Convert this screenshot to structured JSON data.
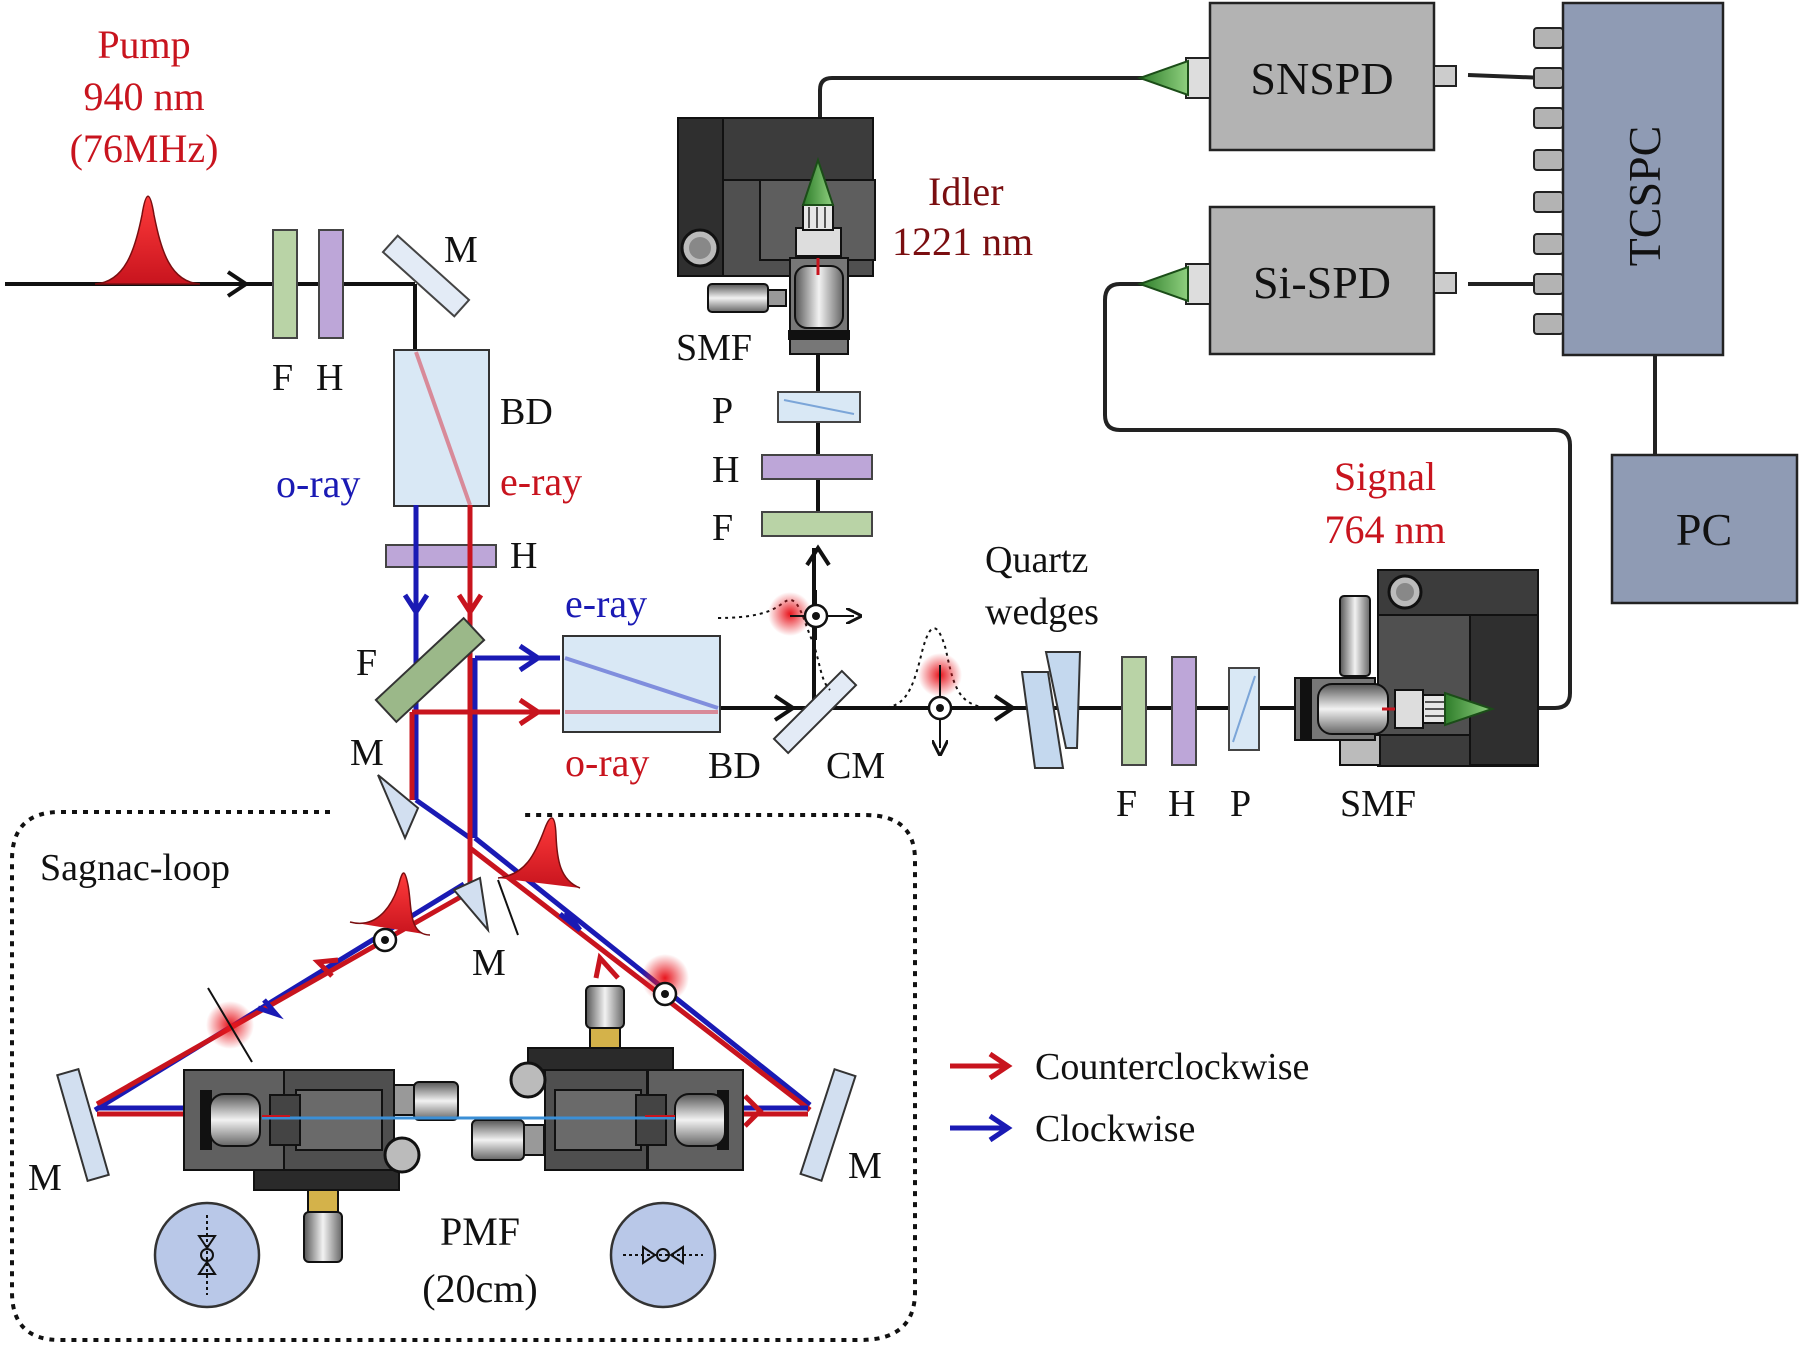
{
  "labels": {
    "pump_title": "Pump",
    "pump_wavelength": "940 nm",
    "pump_rate": "(76MHz)",
    "idler_title": "Idler",
    "idler_wavelength": "1221 nm",
    "signal_title": "Signal",
    "signal_wavelength": "764 nm",
    "filter": "F",
    "half_wave_plate": "H",
    "polarizer": "P",
    "mirror": "M",
    "beam_displacer": "BD",
    "o_ray": "o-ray",
    "e_ray": "e-ray",
    "smf": "SMF",
    "cm": "CM",
    "quartz_line1": "Quartz",
    "quartz_line2": "wedges",
    "snspd": "SNSPD",
    "si_spd": "Si-SPD",
    "tcspc": "TCSPC",
    "pc": "PC",
    "sagnac_loop": "Sagnac-loop",
    "pmf": "PMF",
    "pmf_length": "(20cm)"
  },
  "legend": [
    {
      "label": "Counterclockwise",
      "color": "#c8141e"
    },
    {
      "label": "Clockwise",
      "color": "#1a1ab4"
    }
  ],
  "colors": {
    "beam_red": "#c8141e",
    "beam_blue": "#1a1ab4",
    "filter_green": "#b9d3a6",
    "hwp_purple": "#bda6d8",
    "bd_glass": "#d9e8f5",
    "detector_gray": "#b3b3b3",
    "tcspc_slate": "#8f9bb4"
  },
  "icons": [
    "pulse-icon",
    "polarization-icon",
    "fiber-coupler-icon",
    "fiber-cross-section-icon"
  ]
}
